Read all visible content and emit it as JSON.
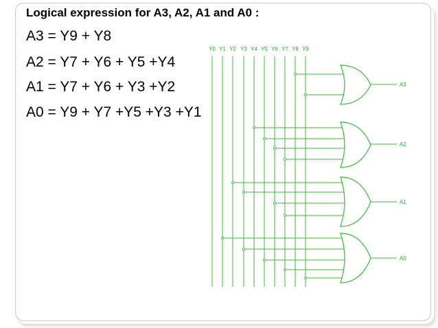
{
  "heading": "Logical expression for A3, A2, A1 and A0 :",
  "equations": [
    "A3 = Y9 + Y8",
    "A2 = Y7 + Y6 + Y5 +Y4",
    "A1 = Y7 + Y6 + Y3 +Y2",
    "A0 = Y9 + Y7 +Y5 +Y3 +Y1"
  ],
  "circuit": {
    "color": "#3cb83c",
    "inputs": [
      "Y0",
      "Y1",
      "Y2",
      "Y3",
      "Y4",
      "Y5",
      "Y6",
      "Y7",
      "Y8",
      "Y9"
    ],
    "outputs": [
      "A3",
      "A2",
      "A1",
      "A0"
    ],
    "gate_inputs": {
      "A3": [
        "Y8",
        "Y9"
      ],
      "A2": [
        "Y4",
        "Y5",
        "Y6",
        "Y7"
      ],
      "A1": [
        "Y2",
        "Y3",
        "Y6",
        "Y7"
      ],
      "A0": [
        "Y1",
        "Y3",
        "Y5",
        "Y7",
        "Y9"
      ]
    }
  }
}
